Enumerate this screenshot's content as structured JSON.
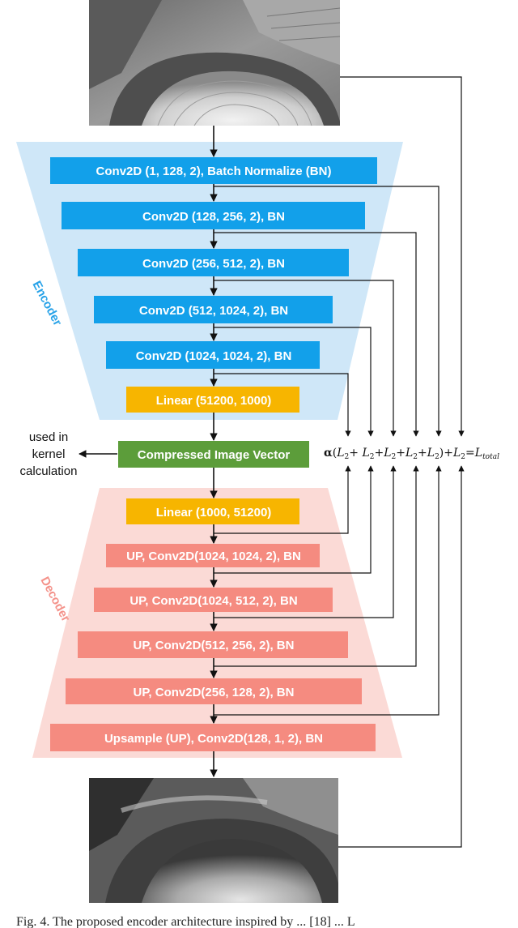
{
  "input_image": "aerial-photo-of-domed-building",
  "output_image": "reconstructed-aerial-photo",
  "encoder": {
    "label": "Encoder",
    "color": "#cfe7f8",
    "block_color": "#12a0ea",
    "blocks": [
      "Conv2D (1, 128, 2), Batch Normalize (BN)",
      "Conv2D (128, 256, 2), BN",
      "Conv2D (256, 512, 2), BN",
      "Conv2D (512, 1024, 2), BN",
      "Conv2D (1024, 1024, 2), BN"
    ],
    "linear": "Linear (51200, 1000)"
  },
  "linear_color": "#f7b500",
  "vector": {
    "label": "Compressed Image Vector",
    "color": "#5c9d3a",
    "side_note": [
      "used in",
      "kernel",
      "calculation"
    ]
  },
  "decoder": {
    "label": "Decoder",
    "color": "#fbdad6",
    "block_color": "#f58b80",
    "linear": "Linear (1000, 51200)",
    "blocks": [
      "UP, Conv2D(1024, 1024, 2), BN",
      "UP, Conv2D(1024, 512, 2), BN",
      "UP, Conv2D(512, 256, 2), BN",
      "UP, Conv2D(256, 128, 2), BN",
      "Upsample (UP), Conv2D(128, 1, 2), BN"
    ]
  },
  "loss": {
    "alpha": "α",
    "term": "L",
    "sub": "2",
    "total_sub": "total"
  },
  "caption": "Fig. 4. The proposed encoder architecture inspired by ... [18] ... L"
}
